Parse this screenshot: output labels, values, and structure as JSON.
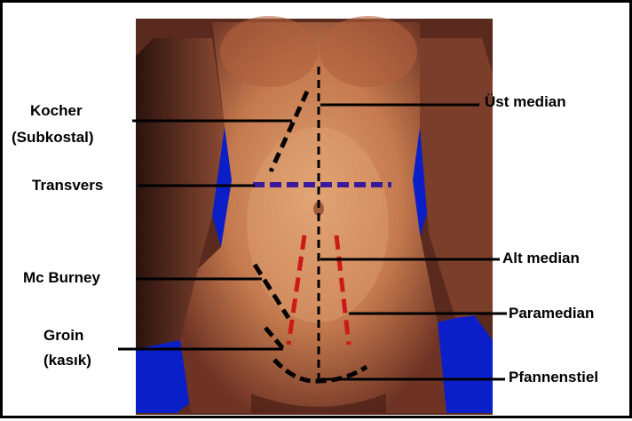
{
  "labels": {
    "kocher_line1": "Kocher",
    "kocher_line2": "(Subkostal)",
    "transvers": "Transvers",
    "mcburney": "Mc Burney",
    "groin_line1": "Groin",
    "groin_line2": "(kasık)",
    "ust_median": "Üst median",
    "alt_median": "Alt median",
    "paramedian": "Paramedian",
    "pfannenstiel": "Pfannenstiel"
  },
  "colors": {
    "skin": "#c47a4e",
    "skin_light": "#d99a6a",
    "skin_dark": "#7a3e2a",
    "shadow": "#3a1a14",
    "background_blue": "#0b1fc8",
    "transvers_line": "#3a1a9a",
    "paramedian_line": "#cc1a1a",
    "incision_black": "#000000"
  },
  "icons": {
    "figure": "abdomen-torso-illustration"
  }
}
